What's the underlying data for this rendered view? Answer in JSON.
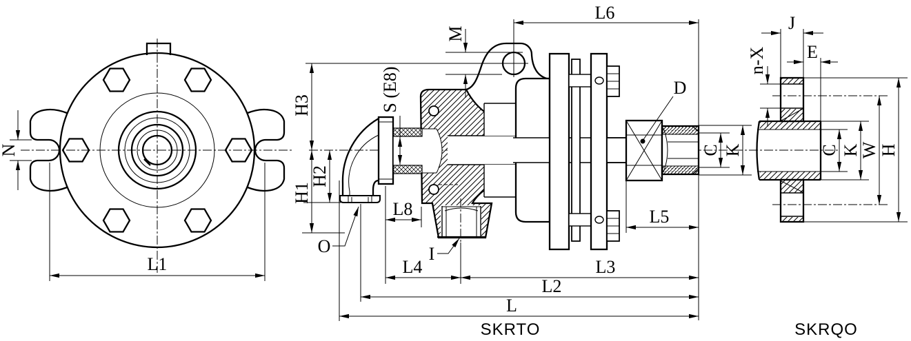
{
  "front_view": {
    "dims": {
      "n": "N",
      "l1": "L1"
    }
  },
  "skrto_view": {
    "name": "SKRTO",
    "dims": {
      "l6": "L6",
      "m": "M",
      "h3": "H3",
      "h2": "H2",
      "h1": "H1",
      "s_e8": "S (E8)",
      "d": "D",
      "o": "O",
      "i": "I",
      "c": "C",
      "k": "K",
      "l8": "L8",
      "l4": "L4",
      "l5": "L5",
      "l3": "L3",
      "l2": "L2",
      "l": "L"
    }
  },
  "skrqo_view": {
    "name": "SKRQO",
    "dims": {
      "j": "J",
      "e": "E",
      "n_x": "n-X",
      "c": "C",
      "k": "K",
      "w": "W",
      "h": "H"
    }
  },
  "colors": {
    "ink": "#000000",
    "paper": "#ffffff"
  }
}
